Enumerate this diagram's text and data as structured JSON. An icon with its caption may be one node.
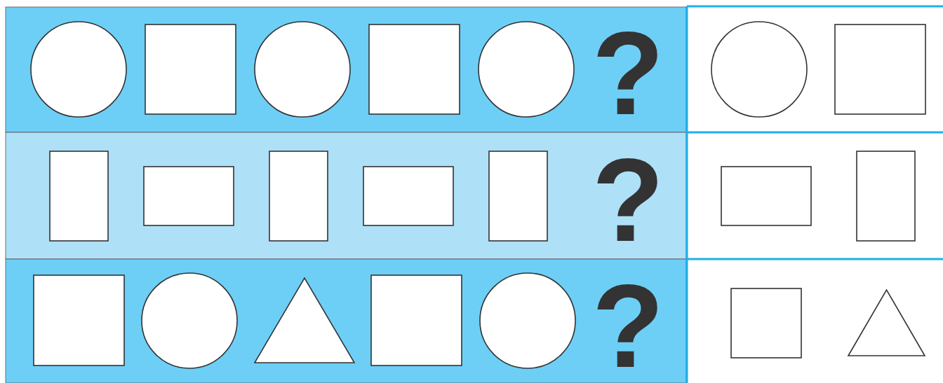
{
  "diagram": {
    "nodes": [
      {
        "text": [],
        "shape": "circle"
      },
      {
        "text": [],
        "shape": "box"
      },
      {
        "text": [],
        "shape": "circle"
      },
      {
        "text": [],
        "shape": "box"
      },
      {
        "text": [],
        "shape": "circle"
      },
      {
        "text": [],
        "shape": "circle"
      },
      {
        "text": [],
        "shape": "box"
      },
      {
        "text": [],
        "shape": "box"
      },
      {
        "text": [],
        "shape": "box"
      },
      {
        "text": [],
        "shape": "box"
      },
      {
        "text": [],
        "shape": "box"
      },
      {
        "text": [],
        "shape": "box"
      },
      {
        "text": [],
        "shape": "box"
      },
      {
        "text": [],
        "shape": "box"
      },
      {
        "text": [],
        "shape": "box"
      },
      {
        "text": [],
        "shape": "circle"
      },
      {
        "text": [],
        "shape": "triangle"
      },
      {
        "text": [],
        "shape": "box"
      },
      {
        "text": [],
        "shape": "circle"
      },
      {
        "text": [],
        "shape": "box"
      },
      {
        "text": [],
        "shape": "triangle"
      }
    ],
    "labels": [
      "?",
      "?",
      "?"
    ]
  }
}
